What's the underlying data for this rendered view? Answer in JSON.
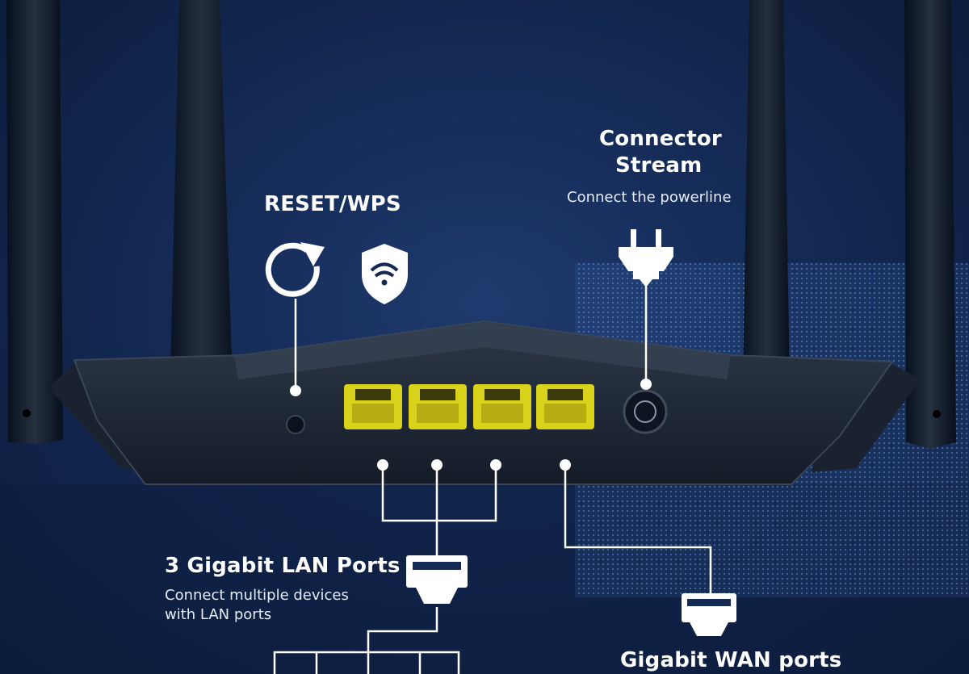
{
  "labels": {
    "reset_wps": "RESET/WPS",
    "connector_line1": "Connector",
    "connector_line2": "Stream",
    "connector_sub": "Connect the powerline",
    "lan_title": "3 Gigabit LAN Ports",
    "lan_sub_line1": "Connect multiple devices",
    "lan_sub_line2": "with LAN ports",
    "wan_title": "Gigabit WAN ports"
  },
  "icons": [
    "reset-arrow-icon",
    "wifi-shield-icon",
    "power-plug-icon",
    "ethernet-plug-icon"
  ],
  "colors": {
    "background": "#142a55",
    "port_yellow": "#d9d21a",
    "router_body": "#1c2533",
    "line_white": "#ffffff"
  }
}
